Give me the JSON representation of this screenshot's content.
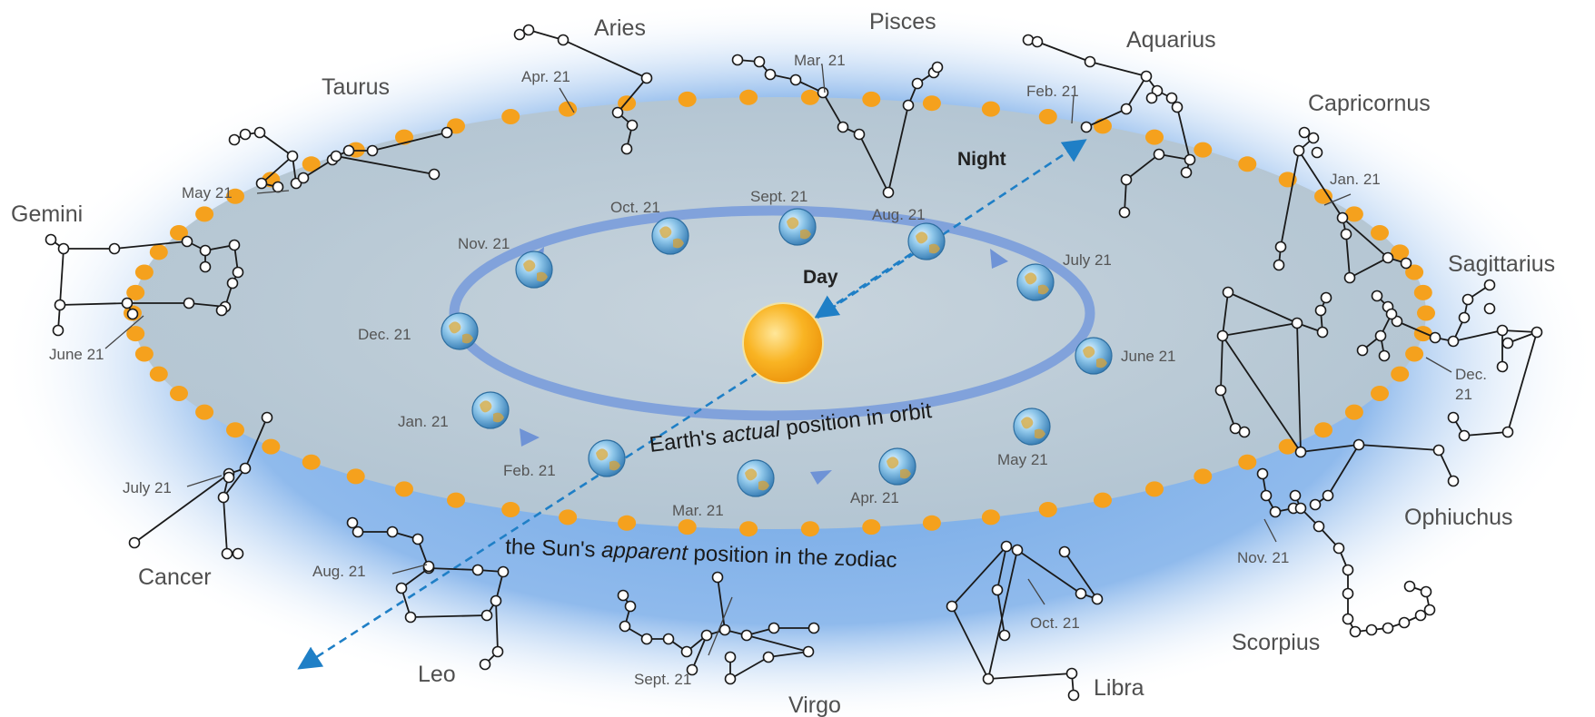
{
  "labels": {
    "day": "Day",
    "night": "Night",
    "orbit_caption_pre": "Earth's ",
    "orbit_caption_em": "actual",
    "orbit_caption_post": " position in orbit",
    "zodiac_caption_pre": "the Sun's ",
    "zodiac_caption_em": "apparent",
    "zodiac_caption_post": " position in the zodiac"
  },
  "constellations": [
    {
      "name": "Aries"
    },
    {
      "name": "Pisces"
    },
    {
      "name": "Aquarius"
    },
    {
      "name": "Capricornus"
    },
    {
      "name": "Sagittarius"
    },
    {
      "name": "Ophiuchus"
    },
    {
      "name": "Scorpius"
    },
    {
      "name": "Libra"
    },
    {
      "name": "Virgo"
    },
    {
      "name": "Leo"
    },
    {
      "name": "Cancer"
    },
    {
      "name": "Gemini"
    },
    {
      "name": "Taurus"
    }
  ],
  "zodiac_dates": [
    {
      "text": "Apr. 21"
    },
    {
      "text": "Mar. 21"
    },
    {
      "text": "Feb. 21"
    },
    {
      "text": "Jan. 21"
    },
    {
      "text": "Dec."
    },
    {
      "text": "21"
    },
    {
      "text": "Nov. 21"
    },
    {
      "text": "Oct. 21"
    },
    {
      "text": "Sept. 21"
    },
    {
      "text": "Aug. 21"
    },
    {
      "text": "July 21"
    },
    {
      "text": "June 21"
    },
    {
      "text": "May 21"
    }
  ],
  "orbit_dates": [
    {
      "text": "Sept. 21"
    },
    {
      "text": "Aug. 21"
    },
    {
      "text": "July 21"
    },
    {
      "text": "June 21"
    },
    {
      "text": "May 21"
    },
    {
      "text": "Apr. 21"
    },
    {
      "text": "Mar. 21"
    },
    {
      "text": "Feb. 21"
    },
    {
      "text": "Jan. 21"
    },
    {
      "text": "Dec. 21"
    },
    {
      "text": "Nov. 21"
    },
    {
      "text": "Oct. 21"
    }
  ],
  "colors": {
    "zodiac_dot": "#f5a11d",
    "sun": "#f8b21e",
    "orbit": "#6f93d6",
    "sightline": "#1f7fc6",
    "plane": "#c7d3db"
  }
}
